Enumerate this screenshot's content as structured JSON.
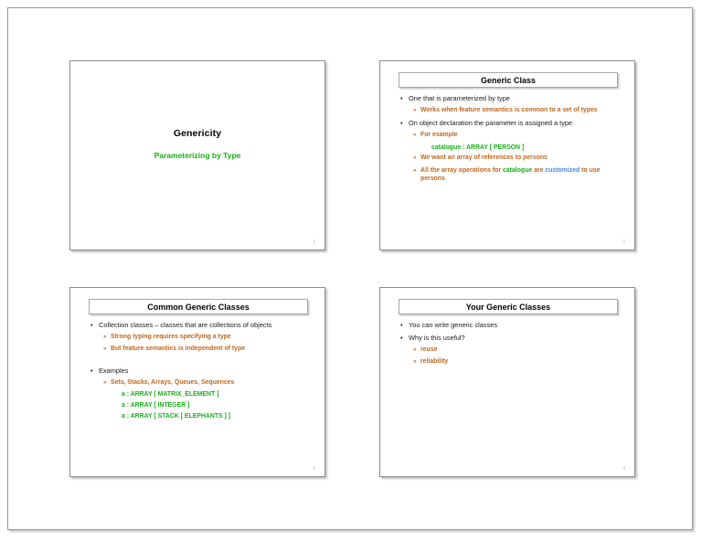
{
  "document": {
    "title": "Genericity",
    "layout": "4-slides-per-page handout"
  },
  "slides": [
    {
      "number": "1",
      "kind": "cover",
      "title": "Genericity",
      "subtitle": "Parameterizing by Type"
    },
    {
      "number": "2",
      "kind": "content",
      "title": "Generic Class",
      "body": [
        {
          "level": 1,
          "bullet": "•",
          "text": "One that is parameterized by type"
        },
        {
          "level": 2,
          "bullet": "»",
          "text": "Works when feature semantics is common to a set of types"
        },
        {
          "level": 1,
          "bullet": "•",
          "text": "On object declaration the parameter is assigned a type"
        },
        {
          "level": 2,
          "bullet": "»",
          "text": "For example"
        },
        {
          "level": 3,
          "bullet": "",
          "text": "catalogue : ARRAY [ PERSON ]"
        },
        {
          "level": 2,
          "bullet": "»",
          "text": "We want an array of references to persons"
        },
        {
          "level": 2,
          "bullet": "»",
          "runs": [
            {
              "text": "All the array operations for ",
              "color": "orange"
            },
            {
              "text": "catalogue",
              "color": "green"
            },
            {
              "text": " are ",
              "color": "orange"
            },
            {
              "text": "customized",
              "color": "blue"
            },
            {
              "text": " to use persons",
              "color": "orange"
            }
          ]
        }
      ]
    },
    {
      "number": "3",
      "kind": "content",
      "title": "Common Generic Classes",
      "body": [
        {
          "level": 1,
          "bullet": "•",
          "text": "Collection classes – classes that are collections of objects"
        },
        {
          "level": 2,
          "bullet": "»",
          "text": "Strong typing requires specifying a type"
        },
        {
          "level": 2,
          "bullet": "»",
          "text": "But feature semantics is independent of type"
        },
        {
          "level": 0,
          "bullet": "",
          "text": ""
        },
        {
          "level": 1,
          "bullet": "•",
          "text": "Examples"
        },
        {
          "level": 2,
          "bullet": "»",
          "text": "Sets, Stacks, Arrays, Queues, Sequences"
        },
        {
          "level": 3,
          "bullet": "",
          "text": "a : ARRAY [ MATRIX_ELEMENT ]"
        },
        {
          "level": 3,
          "bullet": "",
          "text": "a : ARRAY [ INTEGER ]"
        },
        {
          "level": 3,
          "bullet": "",
          "text": "a : ARRAY [ STACK [ ELEPHANTS ] ]"
        }
      ]
    },
    {
      "number": "4",
      "kind": "content",
      "title": "Your Generic Classes",
      "body": [
        {
          "level": 1,
          "bullet": "•",
          "text": "You can write generic classes"
        },
        {
          "level": 1,
          "bullet": "•",
          "text": "Why is this useful?"
        },
        {
          "level": 2,
          "bullet": "»",
          "text": "reuse"
        },
        {
          "level": 2,
          "bullet": "»",
          "text": "reliability"
        }
      ]
    }
  ],
  "colors": {
    "green": "#16b016",
    "orange": "#c0661c",
    "blue": "#4a86e8",
    "black": "#1a1a1a",
    "frame": "#9a9a9a"
  }
}
